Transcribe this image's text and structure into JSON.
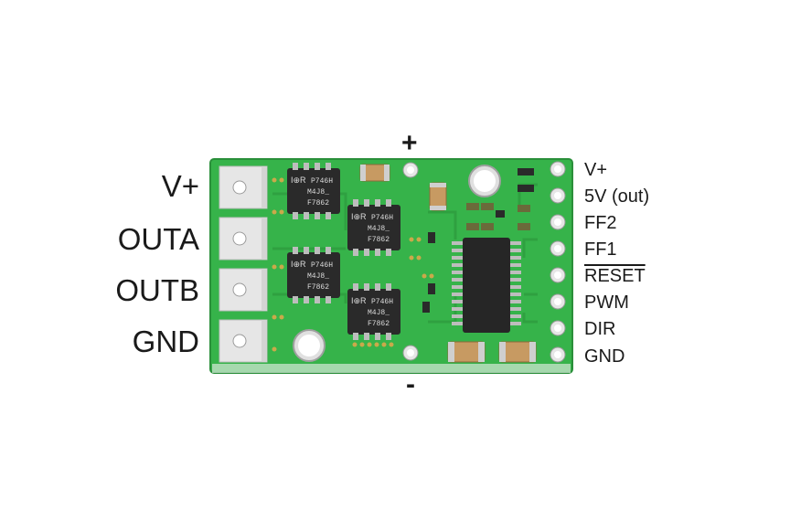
{
  "labels": {
    "left": [
      "V+",
      "OUTA",
      "OUTB",
      "GND"
    ],
    "right": [
      "V+",
      "5V (out)",
      "FF2",
      "FF1",
      "RESET",
      "PWM",
      "DIR",
      "GND"
    ],
    "plus": "+",
    "minus": "-"
  },
  "chips": {
    "mosfet_logo": "I⊕R",
    "mosfet_line1": "P746H",
    "mosfet_line2": "M4J8_",
    "mosfet_line3": "F7862"
  },
  "colors": {
    "board": "#36b34a",
    "board_dark": "#2a8f3a",
    "silk": "#e8f5e6",
    "chip": "#2a2a2a",
    "pad": "#e6e6e6",
    "cap": "#c79a62"
  }
}
